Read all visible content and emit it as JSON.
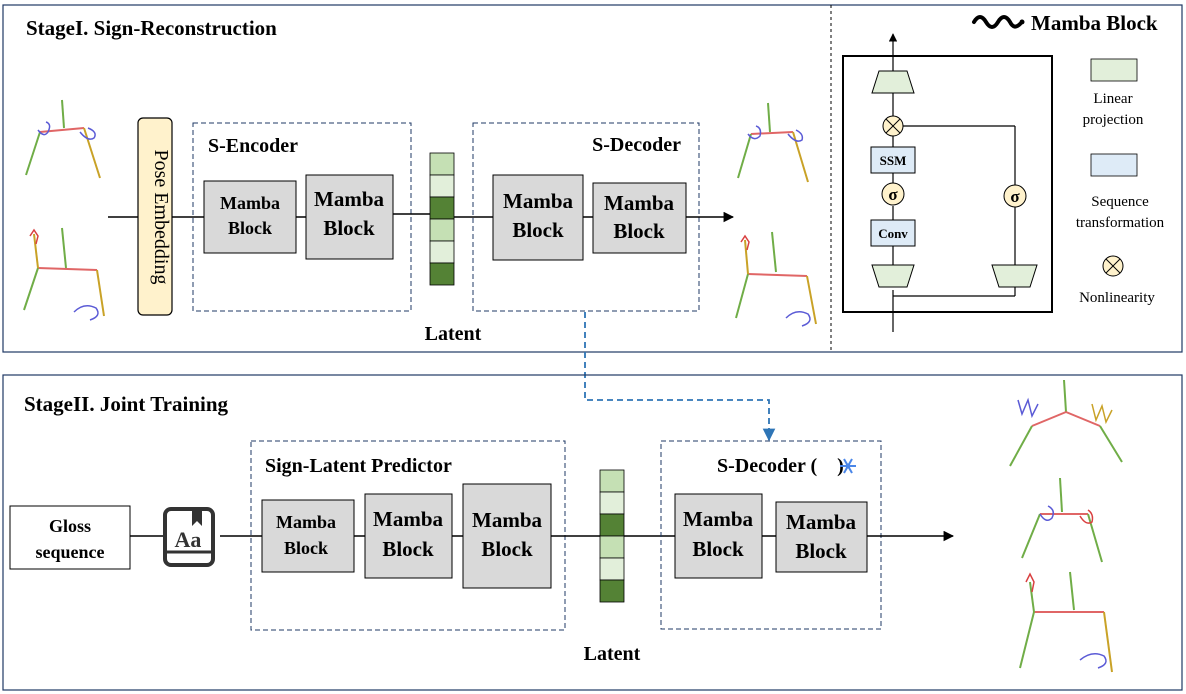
{
  "stage1": {
    "title": "StageI. Sign-Reconstruction",
    "pose_embedding": "Pose Embedding",
    "encoder_title": "S-Encoder",
    "decoder_title": "S-Decoder",
    "latent_label": "Latent",
    "mamba_line1": "Mamba",
    "mamba_line2": "Block"
  },
  "mamba_block_panel": {
    "title": "Mamba Block",
    "ssm": "SSM",
    "conv": "Conv",
    "sigma": "σ",
    "legend": {
      "linear_1": "Linear",
      "linear_2": "projection",
      "seq_1": "Sequence",
      "seq_2": "transformation",
      "nonlinearity": "Nonlinearity"
    }
  },
  "stage2": {
    "title": "StageII. Joint Training",
    "gloss_1": "Gloss",
    "gloss_2": "sequence",
    "predictor_title": "Sign-Latent Predictor",
    "decoder_title": "S-Decoder (",
    "decoder_title_close": ")",
    "latent_label": "Latent",
    "mamba_line1": "Mamba",
    "mamba_line2": "Block"
  },
  "colors": {
    "block_fill": "#d9d9d9",
    "latent_light": "#c5e0b4",
    "latent_dark": "#548235",
    "legend_green": "#e2efda",
    "legend_blue": "#deebf7",
    "pose_fill": "#fff2cc",
    "dashed_link": "#2e75b6",
    "pose_green": "#70ad47",
    "pose_red": "#e06666"
  }
}
